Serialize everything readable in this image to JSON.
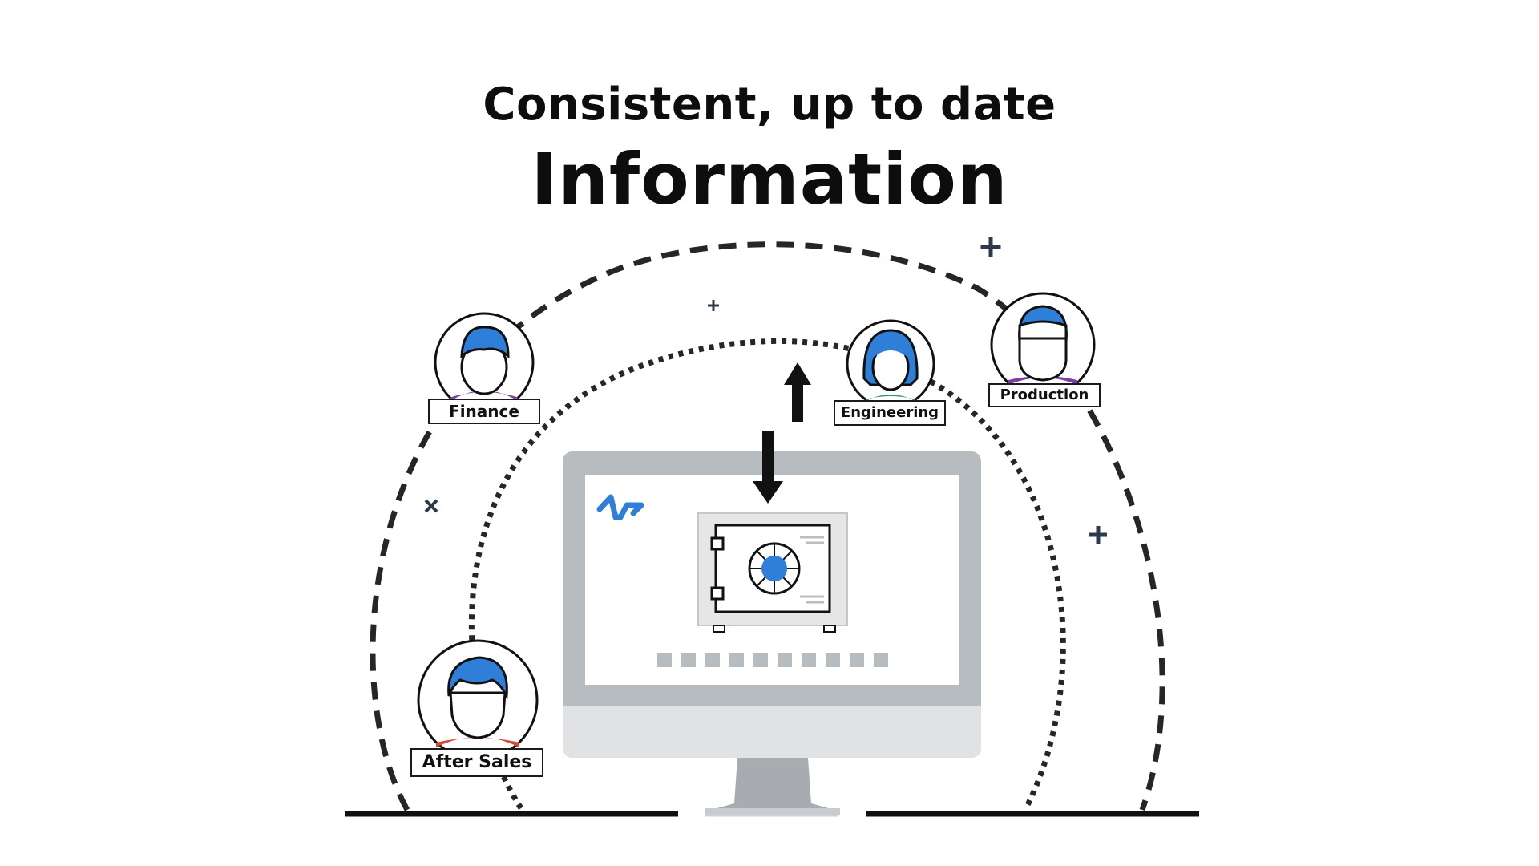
{
  "header": {
    "subtitle": "Consistent, up to date",
    "title": "Information"
  },
  "departments": [
    {
      "label": "Finance",
      "shirt_color": "#7a3fa0"
    },
    {
      "label": "Engineering",
      "shirt_color": "#2f9a6a"
    },
    {
      "label": "Production",
      "shirt_color": "#7a3fa0"
    },
    {
      "label": "After Sales",
      "shirt_color": "#d24a3a"
    }
  ],
  "colors": {
    "accent_blue": "#2f7fd8",
    "outline": "#1a1a1a",
    "monitor_frame": "#b7bcc0",
    "monitor_chin": "#e0e2e4",
    "stand": "#a8acb0",
    "plus_marks": "#2e3a4c"
  },
  "icons": {
    "central_system": "safe-vault-icon",
    "brand_mark": "wave-logo-icon",
    "sync_up": "arrow-up-icon",
    "sync_down": "arrow-down-icon"
  }
}
